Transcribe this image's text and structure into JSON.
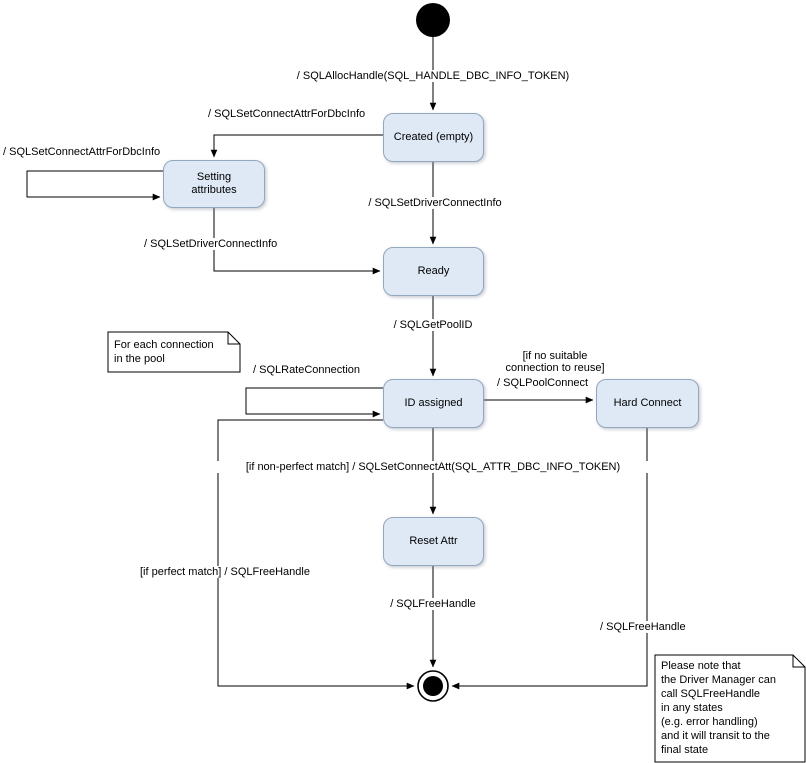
{
  "diagram": {
    "states": {
      "created": "Created (empty)",
      "setting_attributes": "Setting\nattributes",
      "ready": "Ready",
      "id_assigned": "ID assigned",
      "hard_connect": "Hard Connect",
      "reset_attr": "Reset Attr"
    },
    "transitions": {
      "alloc_handle": "/ SQLAllocHandle(SQL_HANDLE_DBC_INFO_TOKEN)",
      "set_connect_attr": "/ SQLSetConnectAttrForDbcInfo",
      "set_connect_attr_loop": "/ SQLSetConnectAttrForDbcInfo",
      "set_driver_connect_from_created": "/ SQLSetDriverConnectInfo",
      "set_driver_connect_from_setting": "/ SQLSetDriverConnectInfo",
      "get_pool_id": "/ SQLGetPoolID",
      "rate_connection": "/ SQLRateConnection",
      "pool_connect_guard": "[if no suitable\nconnection to reuse]",
      "pool_connect": "/ SQLPoolConnect",
      "non_perfect_match": "[if non-perfect match] / SQLSetConnectAtt(SQL_ATTR_DBC_INFO_TOKEN)",
      "free_handle_from_reset": "/ SQLFreeHandle",
      "perfect_match": "[if perfect match] / SQLFreeHandle",
      "free_handle_from_hard_connect": "/ SQLFreeHandle"
    },
    "notes": {
      "pool": "For each connection\nin the pool",
      "free_handle": "Please note that\nthe Driver Manager can\ncall SQLFreeHandle\nin any states\n(e.g. error handling)\nand it will transit to the\nfinal state"
    },
    "colors": {
      "state_fill": "#dee9f5",
      "state_border": "#94a7bd",
      "connector": "#000000",
      "note_fill": "#ffffff",
      "note_border": "#000000",
      "background": "#ffffff",
      "text": "#000000"
    }
  }
}
